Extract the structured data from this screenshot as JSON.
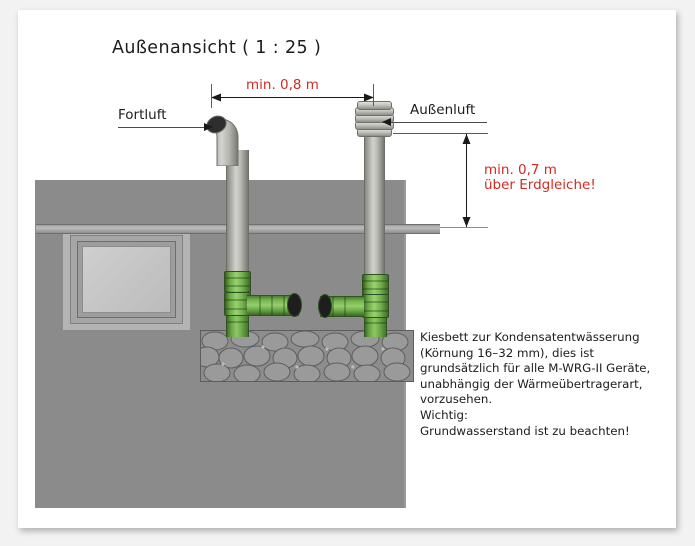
{
  "title": "Außenansicht ( 1 : 25 )",
  "labels": {
    "exhaust": "Fortluft",
    "intake": "Außenluft"
  },
  "dimensions": {
    "horizontal": "min. 0,8 m",
    "vertical_line1": "min. 0,7 m",
    "vertical_line2": "über Erdgleiche!"
  },
  "note": {
    "lines": [
      "Kiesbett zur Kondensatentwässerung",
      "(Körnung 16–32 mm), dies ist",
      "grundsätzlich für alle M-WRG-II Geräte,",
      "unabhängig der Wärmeübertragerart,",
      "vorzusehen.",
      "Wichtig:",
      "Grundwasserstand ist zu beachten!"
    ]
  },
  "colors": {
    "accent_red": "#d22b22",
    "pipe_green": "#8cc964",
    "wall_gray": "#8b8b8b",
    "pipe_gray": "#d2d2cd",
    "page_white": "#ffffff"
  }
}
